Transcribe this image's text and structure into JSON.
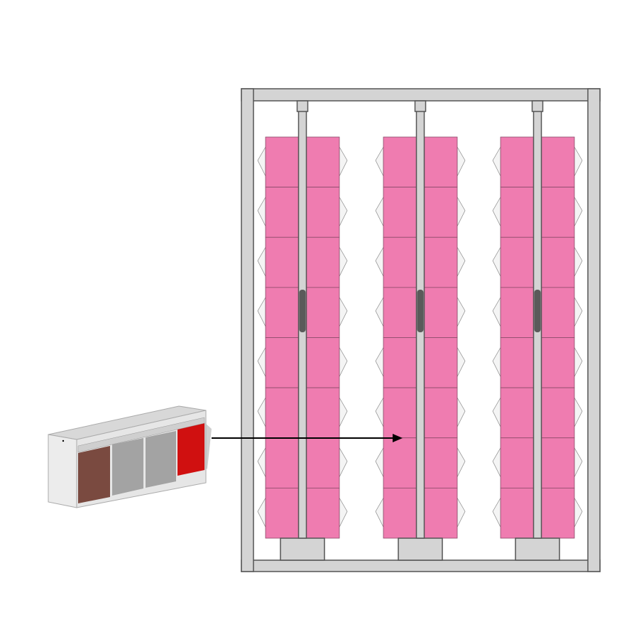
{
  "diagram": {
    "columns": 3,
    "bins_per_column": 8,
    "bins_per_row": 2,
    "colors": {
      "bin_fill": "#ef7cb0",
      "bin_stroke": "#8a4a68",
      "frame_fill": "#d4d4d4",
      "frame_stroke": "#555555",
      "handle": "#5a5a5a",
      "fin_fill": "#f4f4f4",
      "arrow": "#000000",
      "bin_unit_body": "#e6e6e6",
      "bin_unit_red": "#d01010",
      "bin_unit_brown": "#7a4a40"
    },
    "icons": {
      "frame": "rack-frame",
      "bin_unit": "tilt-bin-unit-image",
      "arrow": "arrow-right"
    }
  }
}
